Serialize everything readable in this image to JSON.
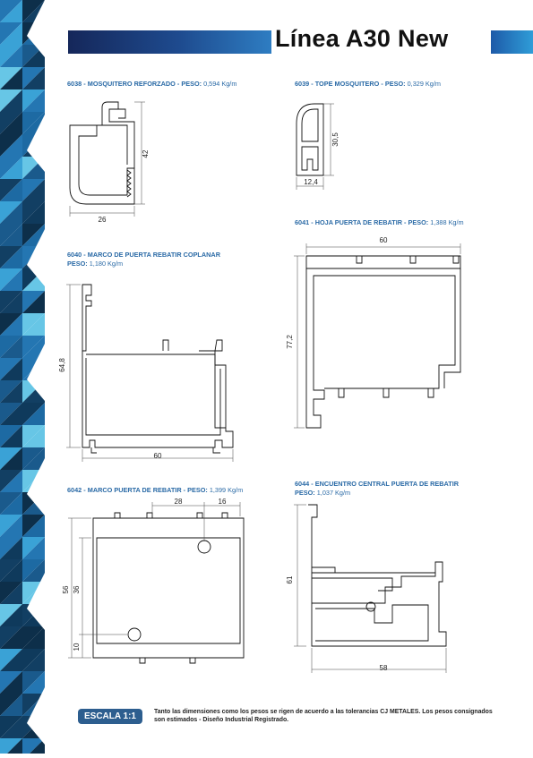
{
  "header": {
    "title": "Línea A30 New"
  },
  "profiles": [
    {
      "code": "6038",
      "name": "MOSQUITERO REFORZADO",
      "weight_label": "PESO:",
      "weight": "0,594 Kg/m",
      "dims": {
        "height": "42",
        "width": "26"
      }
    },
    {
      "code": "6039",
      "name": "TOPE MOSQUITERO",
      "weight_label": "PESO:",
      "weight": "0,329 Kg/m",
      "dims": {
        "height": "30,5",
        "width": "12,4"
      }
    },
    {
      "code": "6041",
      "name": "HOJA PUERTA DE REBATIR",
      "weight_label": "PESO:",
      "weight": "1,388 Kg/m",
      "dims": {
        "width": "60",
        "height": "77,2"
      }
    },
    {
      "code": "6040",
      "name": "MARCO DE PUERTA REBATIR COPLANAR",
      "weight_label": "PESO:",
      "weight": "1,180 Kg/m",
      "dims": {
        "height": "64,8",
        "width": "60"
      }
    },
    {
      "code": "6042",
      "name": "MARCO PUERTA DE REBATIR",
      "weight_label": "PESO:",
      "weight": "1,399 Kg/m",
      "dims": {
        "top_a": "28",
        "top_b": "16",
        "height_total": "56",
        "height_inner": "36",
        "height_low": "10"
      }
    },
    {
      "code": "6044",
      "name": "ENCUENTRO CENTRAL PUERTA DE REBATIR",
      "weight_label": "PESO:",
      "weight": "1,037 Kg/m",
      "dims": {
        "height": "61",
        "width": "58"
      }
    }
  ],
  "sep": " - ",
  "footer": {
    "scale": "ESCALA 1:1",
    "note": "Tanto las dimensiones como los pesos se rigen de acuerdo a las tolerancias CJ METALES. Los pesos consignados son estimados - Diseño Industrial Registrado."
  },
  "colors": {
    "accent": "#2a6aa6",
    "navy": "#15275a",
    "badge": "#2d5e8f"
  }
}
